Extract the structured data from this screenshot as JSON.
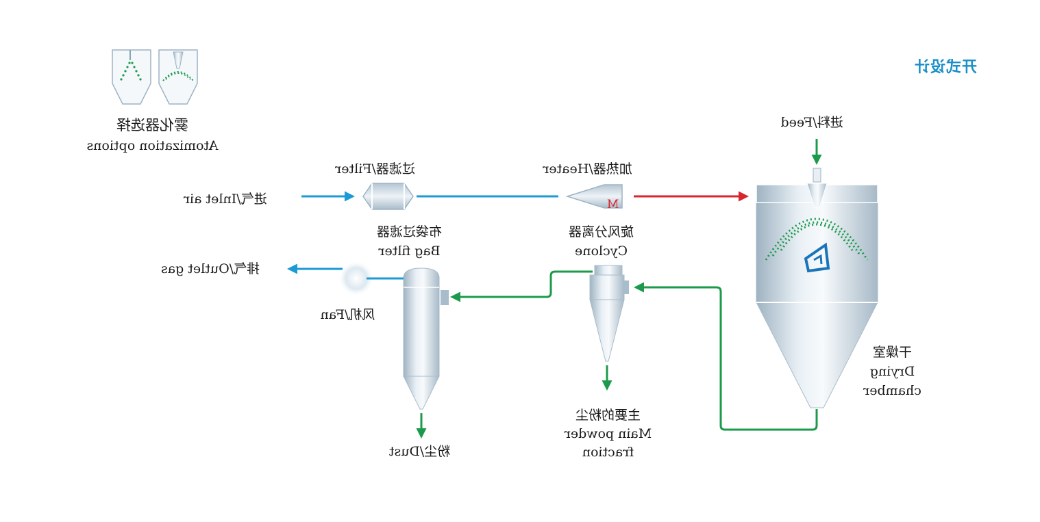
{
  "corner_tag": "开式设计",
  "atomization": {
    "zh": "雾化器选择",
    "en": "Atomization options"
  },
  "filter": {
    "label": "过滤器/Filter"
  },
  "heater": {
    "label": "加热器/Heater",
    "motor_mark": "M"
  },
  "feed": {
    "label": "进料/Feed"
  },
  "inlet_air": {
    "label": "进气/Inlet air"
  },
  "bag_filter": {
    "zh": "布袋过滤器",
    "en": "Bag filter"
  },
  "cyclone": {
    "zh": "旋风分离器",
    "en": "Cyclone"
  },
  "outlet_gas": {
    "label": "排气/Outlet gas"
  },
  "fan": {
    "label": "风机/Fan"
  },
  "dust": {
    "label": "粉尘/Dust"
  },
  "main_powder": {
    "zh": "主要的粉尘",
    "en1": "Main powder",
    "en2": "fraction"
  },
  "drying_chamber": {
    "zh": "干燥室",
    "en1": "Drying",
    "en2": "chamber"
  },
  "colors": {
    "air": "#1b9ad6",
    "hot_air": "#d8262e",
    "product": "#1a9a4a",
    "vessel": "#b9cbd8"
  }
}
